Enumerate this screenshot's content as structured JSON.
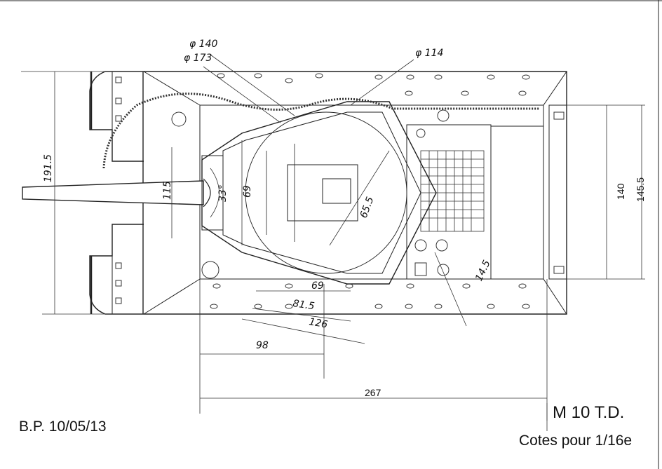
{
  "drawing": {
    "dimensions": {
      "d140": "φ 140",
      "d173": "φ 173",
      "d114": "φ 114",
      "length_267": "267",
      "offset_98": "98",
      "width_191_5": "191.5",
      "width_140": "140",
      "width_145_5": "145.5",
      "mantlet_115": "115",
      "mantlet_33": "33°",
      "turret_69_v": "69",
      "turret_65_5": "65.5",
      "turret_69_h": "69",
      "turret_81_5": "81.5",
      "turret_126": "126",
      "hull_14_5": "14.5"
    },
    "title": "M 10 T.D.",
    "subtitle": "Cotes pour 1/16e",
    "signature": "B.P. 10/05/13"
  }
}
